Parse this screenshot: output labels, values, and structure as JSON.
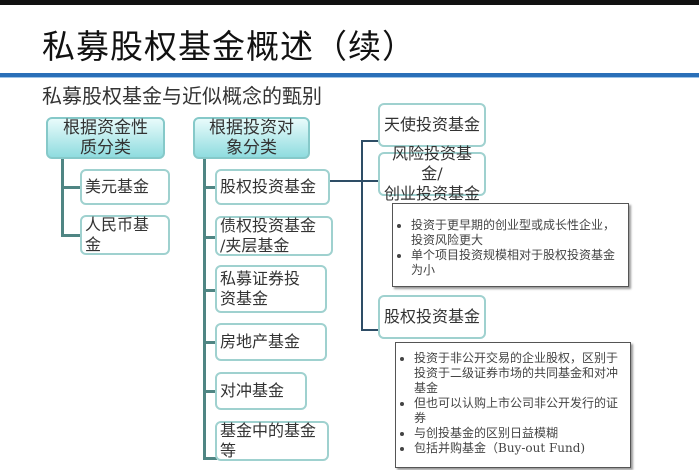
{
  "slide": {
    "title": "私募股权基金概述（续）",
    "subtitle": "私募股权基金与近似概念的甄别"
  },
  "left_tree": {
    "header": "根据资金性质分类",
    "header_lines": [
      "根据资金性",
      "质分类"
    ],
    "children": [
      {
        "label": "美元基金"
      },
      {
        "label": "人民币基金",
        "lines": [
          "人民币基",
          "金"
        ]
      }
    ]
  },
  "middle_tree": {
    "header": "根据投资对象分类",
    "header_lines": [
      "根据投资对",
      "象分类"
    ],
    "children": [
      {
        "label": "股权投资基金"
      },
      {
        "label": "债权投资基金/夹层基金",
        "lines": [
          "债权投资基金",
          "/夹层基金"
        ]
      },
      {
        "label": "私募证券投资基金",
        "lines": [
          "私募证券投",
          "资基金"
        ]
      },
      {
        "label": "房地产基金"
      },
      {
        "label": "对冲基金"
      },
      {
        "label": "基金中的基金等",
        "lines": [
          "基金中的基金",
          "等"
        ]
      }
    ]
  },
  "right_tree": {
    "children": [
      {
        "label": "天使投资基金"
      },
      {
        "label": "风险投资基金/创业投资基金",
        "lines": [
          "风险投资基金/",
          "创业投资基金"
        ]
      },
      {
        "label": "股权投资基金"
      }
    ],
    "notes": [
      {
        "bullets": [
          "投资于更早期的创业型或成长性企业，投资风险更大",
          "单个项目投资规模相对于股权投资基金为小"
        ]
      },
      {
        "bullets": [
          "投资于非公开交易的企业股权，区别于投资于二级证券市场的共同基金和对冲基金",
          "但也可以认购上市公司非公开发行的证券",
          "与创投基金的区别日益模糊",
          "包括并购基金（Buy-out Fund)"
        ]
      }
    ]
  },
  "colors": {
    "title_rule": "#2a6fb8",
    "box_border": "#9fd1cf",
    "header_fill": "#8fdcdf",
    "connector": "#4f8583",
    "right_connector": "#2e4d66"
  }
}
